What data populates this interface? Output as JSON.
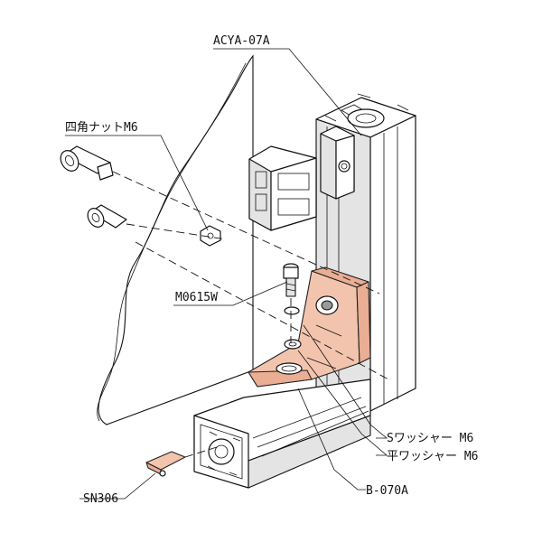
{
  "labels": {
    "bracket_top": "ACYA-07A",
    "square_nut": "四角ナットM6",
    "bolt": "M0615W",
    "spring_washer": "Sワッシャー M6",
    "flat_washer": "平ワッシャー M6",
    "bracket_corner": "B-070A",
    "stopper": "SN306"
  },
  "colors": {
    "bracket_fill": "#f3c4ad",
    "line": "#111111",
    "background": "#ffffff"
  }
}
